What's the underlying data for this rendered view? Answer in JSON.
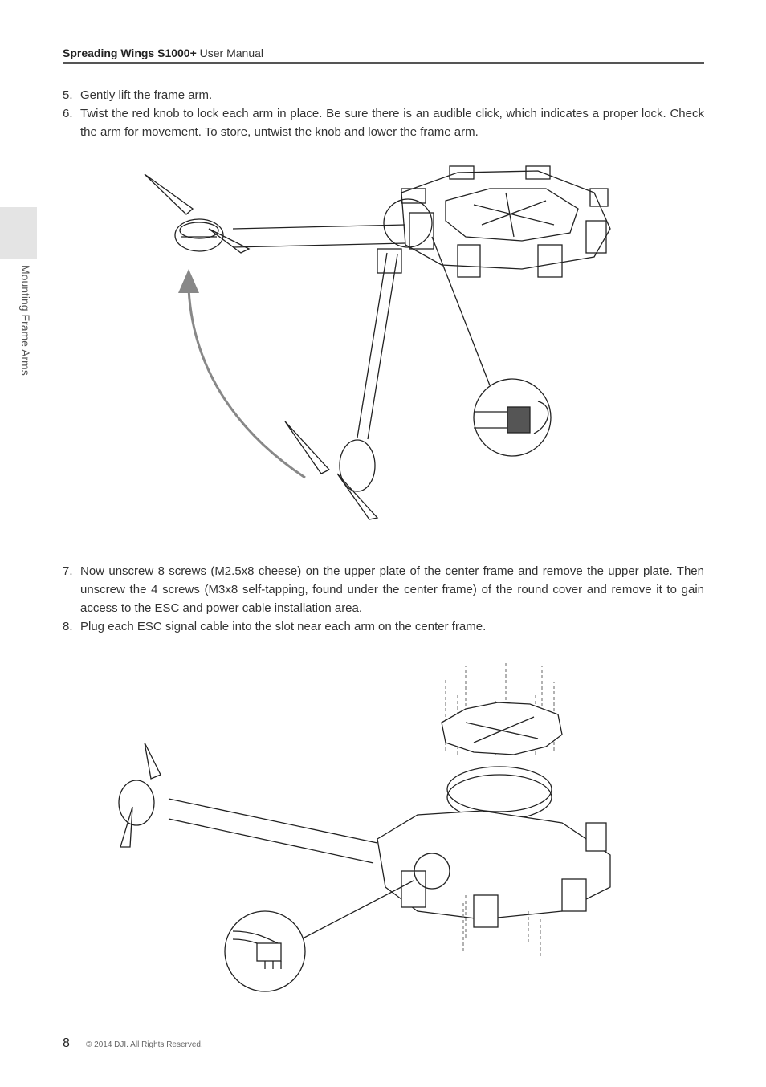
{
  "header": {
    "title_bold": "Spreading Wings S1000+",
    "title_rest": " User Manual"
  },
  "side": {
    "section_label": "Mounting Frame Arms"
  },
  "steps_top": [
    {
      "num": "5.",
      "text": "Gently lift the frame arm."
    },
    {
      "num": "6.",
      "text": "Twist the red knob to lock each arm in place. Be sure there is an audible click, which indicates a proper lock. Check the arm for movement. To store, untwist the knob and lower the frame arm."
    }
  ],
  "steps_bottom": [
    {
      "num": "7.",
      "text": "Now unscrew 8 screws (M2.5x8 cheese) on the upper plate of the center frame and remove the upper plate. Then unscrew the 4 screws (M3x8 self-tapping, found under the center frame) of the round cover and remove it to gain access to the ESC and power cable installation area."
    },
    {
      "num": "8.",
      "text": "Plug each ESC signal cable into the slot near each arm on the center frame."
    }
  ],
  "figures": {
    "fig1_icon": "frame-arm-lift-diagram",
    "fig2_icon": "esc-cable-install-diagram"
  },
  "footer": {
    "page_number": "8",
    "copyright": "© 2014 DJI. All Rights Reserved."
  }
}
